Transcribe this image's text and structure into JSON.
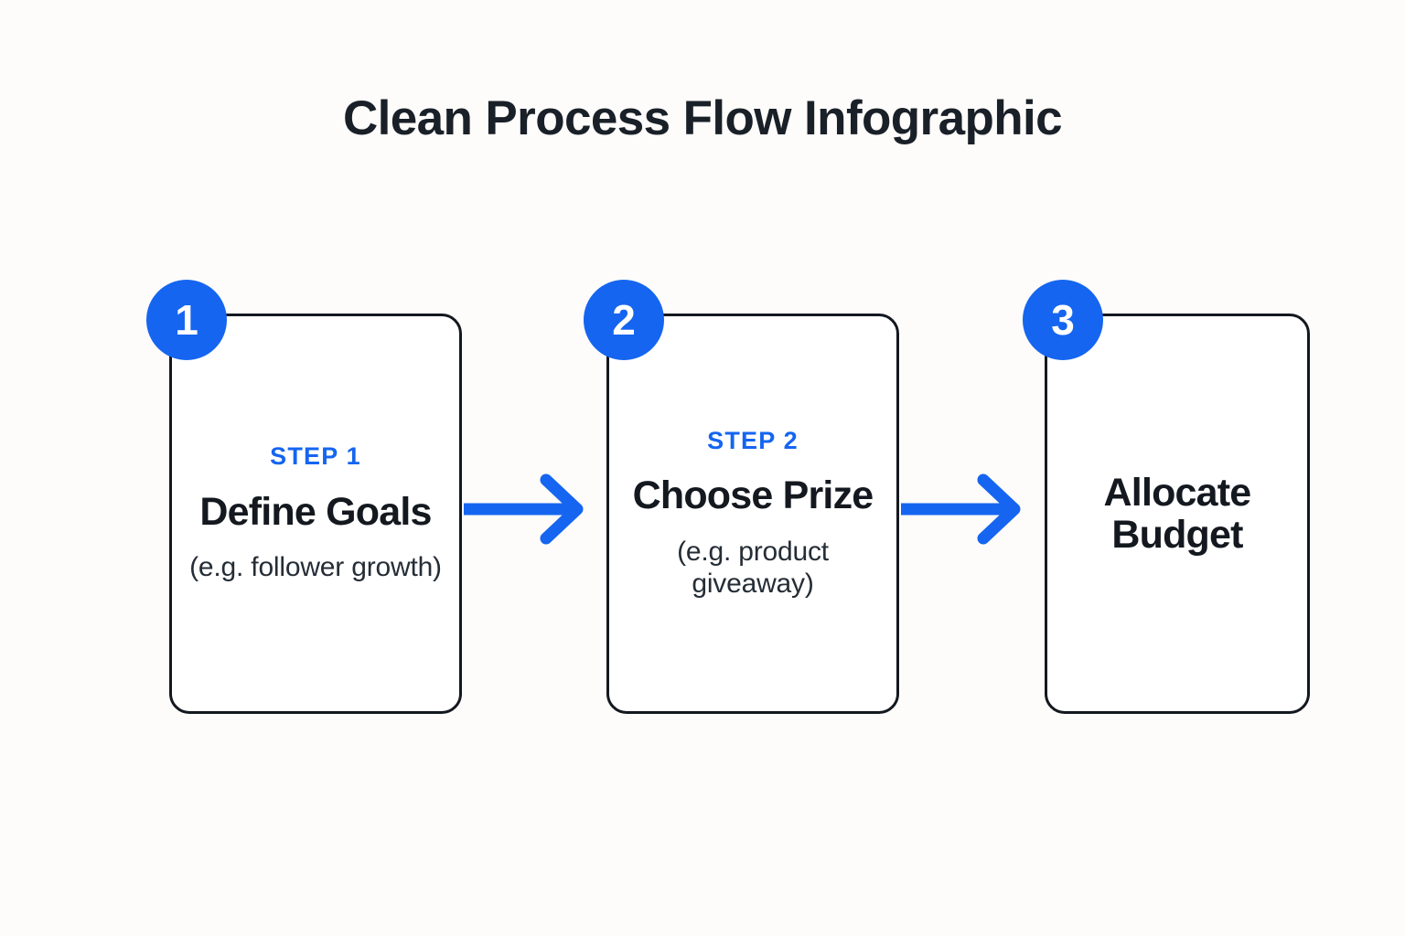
{
  "page": {
    "title": "Clean Process Flow Infographic",
    "background_color": "#fdfcfa",
    "accent_color": "#1565f0",
    "ink_color": "#14181f",
    "card_fill": "#ffffff"
  },
  "steps": [
    {
      "badge": "1",
      "label": "STEP 1",
      "heading": "Define Goals",
      "caption": "(e.g. follower growth)"
    },
    {
      "badge": "2",
      "label": "STEP 2",
      "heading": "Choose Prize",
      "caption": "(e.g. product giveaway)"
    },
    {
      "badge": "3",
      "label": "",
      "heading": "Allocate Budget",
      "caption": ""
    }
  ],
  "connectors": [
    {
      "name": "arrow-1-to-2",
      "color": "#1565f0"
    },
    {
      "name": "arrow-2-to-3",
      "color": "#1565f0"
    }
  ]
}
